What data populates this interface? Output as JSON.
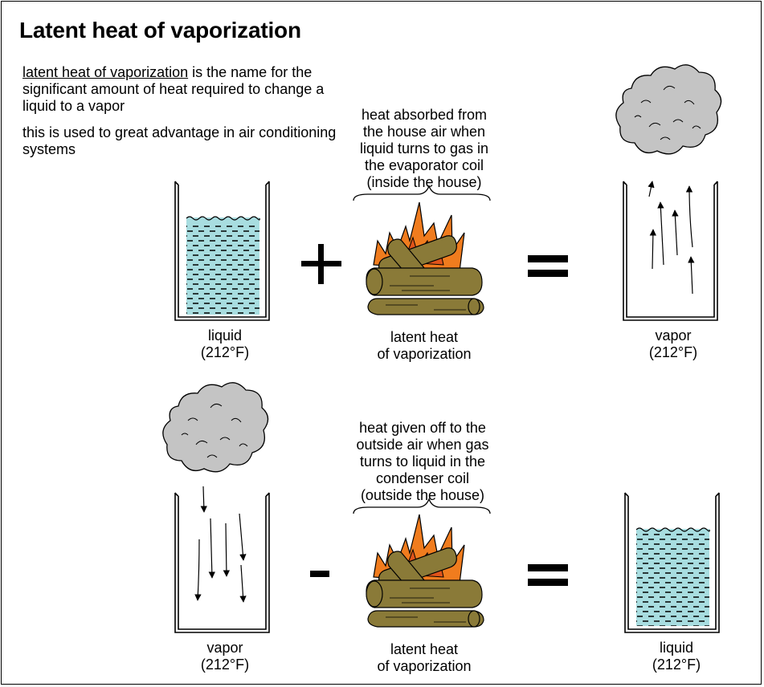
{
  "title": "Latent heat of vaporization",
  "intro": {
    "term": "latent heat of vaporization",
    "definition_rest": " is the name for the significant amount of heat required to change a liquid to a vapor",
    "usage": "this is used to great advantage in air conditioning systems"
  },
  "row1": {
    "heat_note": [
      "heat absorbed from",
      "the house air when",
      "liquid turns to gas in",
      "the evaporator coil",
      "(inside the house)"
    ],
    "left_label": [
      "liquid",
      "(212°F)"
    ],
    "middle_label": [
      "latent heat",
      "of vaporization"
    ],
    "right_label": [
      "vapor",
      "(212°F)"
    ],
    "operator": "+",
    "equals": "="
  },
  "row2": {
    "heat_note": [
      "heat given off to the",
      "outside air when gas",
      "turns to liquid in the",
      "condenser coil",
      "(outside the house)"
    ],
    "left_label": [
      "vapor",
      "(212°F)"
    ],
    "middle_label": [
      "latent heat",
      "of vaporization"
    ],
    "right_label": [
      "liquid",
      "(212°F)"
    ],
    "operator": "-",
    "equals": "="
  },
  "colors": {
    "water": "#a8dde0",
    "flame_orange": "#f07c1e",
    "flame_red": "#e0541a",
    "log": "#8a7a38",
    "cloud": "#c4c4c4"
  }
}
